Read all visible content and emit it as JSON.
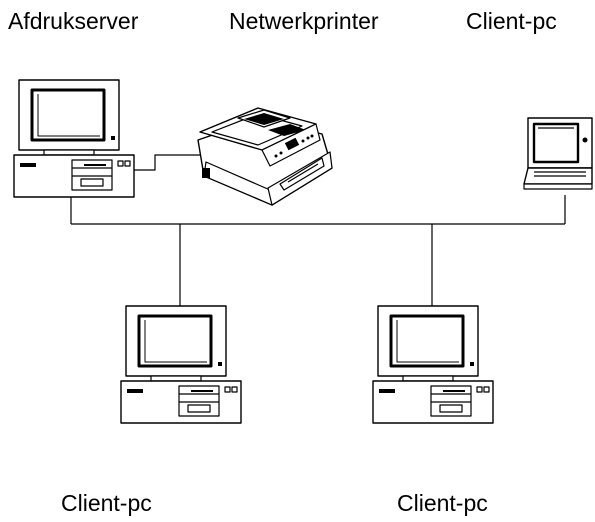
{
  "labels": {
    "print_server": "Afdrukserver",
    "network_printer": "Netwerkprinter",
    "client_top_right": "Client-pc",
    "client_bottom_left": "Client-pc",
    "client_bottom_right": "Client-pc"
  },
  "nodes": [
    {
      "id": "print-server",
      "kind": "desktop-pc",
      "label_key": "print_server"
    },
    {
      "id": "network-printer",
      "kind": "multifunction-printer",
      "label_key": "network_printer"
    },
    {
      "id": "client-laptop",
      "kind": "laptop",
      "label_key": "client_top_right"
    },
    {
      "id": "client-pc-left",
      "kind": "desktop-pc",
      "label_key": "client_bottom_left"
    },
    {
      "id": "client-pc-right",
      "kind": "desktop-pc",
      "label_key": "client_bottom_right"
    }
  ],
  "edges": [
    {
      "from": "print-server",
      "to": "network-printer",
      "type": "direct-cable"
    },
    {
      "from": "print-server",
      "to": "network-bus",
      "type": "network"
    },
    {
      "from": "client-laptop",
      "to": "network-bus",
      "type": "network"
    },
    {
      "from": "client-pc-left",
      "to": "network-bus",
      "type": "network"
    },
    {
      "from": "client-pc-right",
      "to": "network-bus",
      "type": "network"
    }
  ],
  "colors": {
    "line": "#000000",
    "fill": "#ffffff",
    "screen_fill": "#ffffff"
  }
}
